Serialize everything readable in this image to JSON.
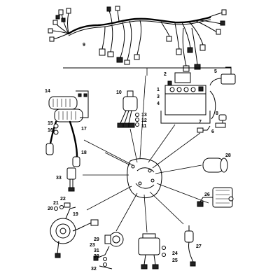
{
  "diagram": {
    "labels": {
      "p1": "1",
      "p2": "2",
      "p3": "3",
      "p4": "4",
      "p5": "5",
      "p6": "6",
      "p7": "7",
      "p8": "8",
      "p9": "9",
      "p10": "10",
      "p11": "11",
      "p12": "12",
      "p13": "13",
      "p14": "14",
      "p15": "15",
      "p16": "16",
      "p17": "17",
      "p18": "18",
      "p19": "19",
      "p20": "20",
      "p21": "21",
      "p22": "22",
      "p23": "23",
      "p24": "24",
      "p25": "25",
      "p26": "26",
      "p27": "27",
      "p28": "28",
      "p29": "29",
      "p30": "30",
      "p31": "31",
      "p32": "32",
      "p33": "33"
    },
    "colors": {
      "ink": "#000000",
      "paper": "#ffffff"
    }
  }
}
